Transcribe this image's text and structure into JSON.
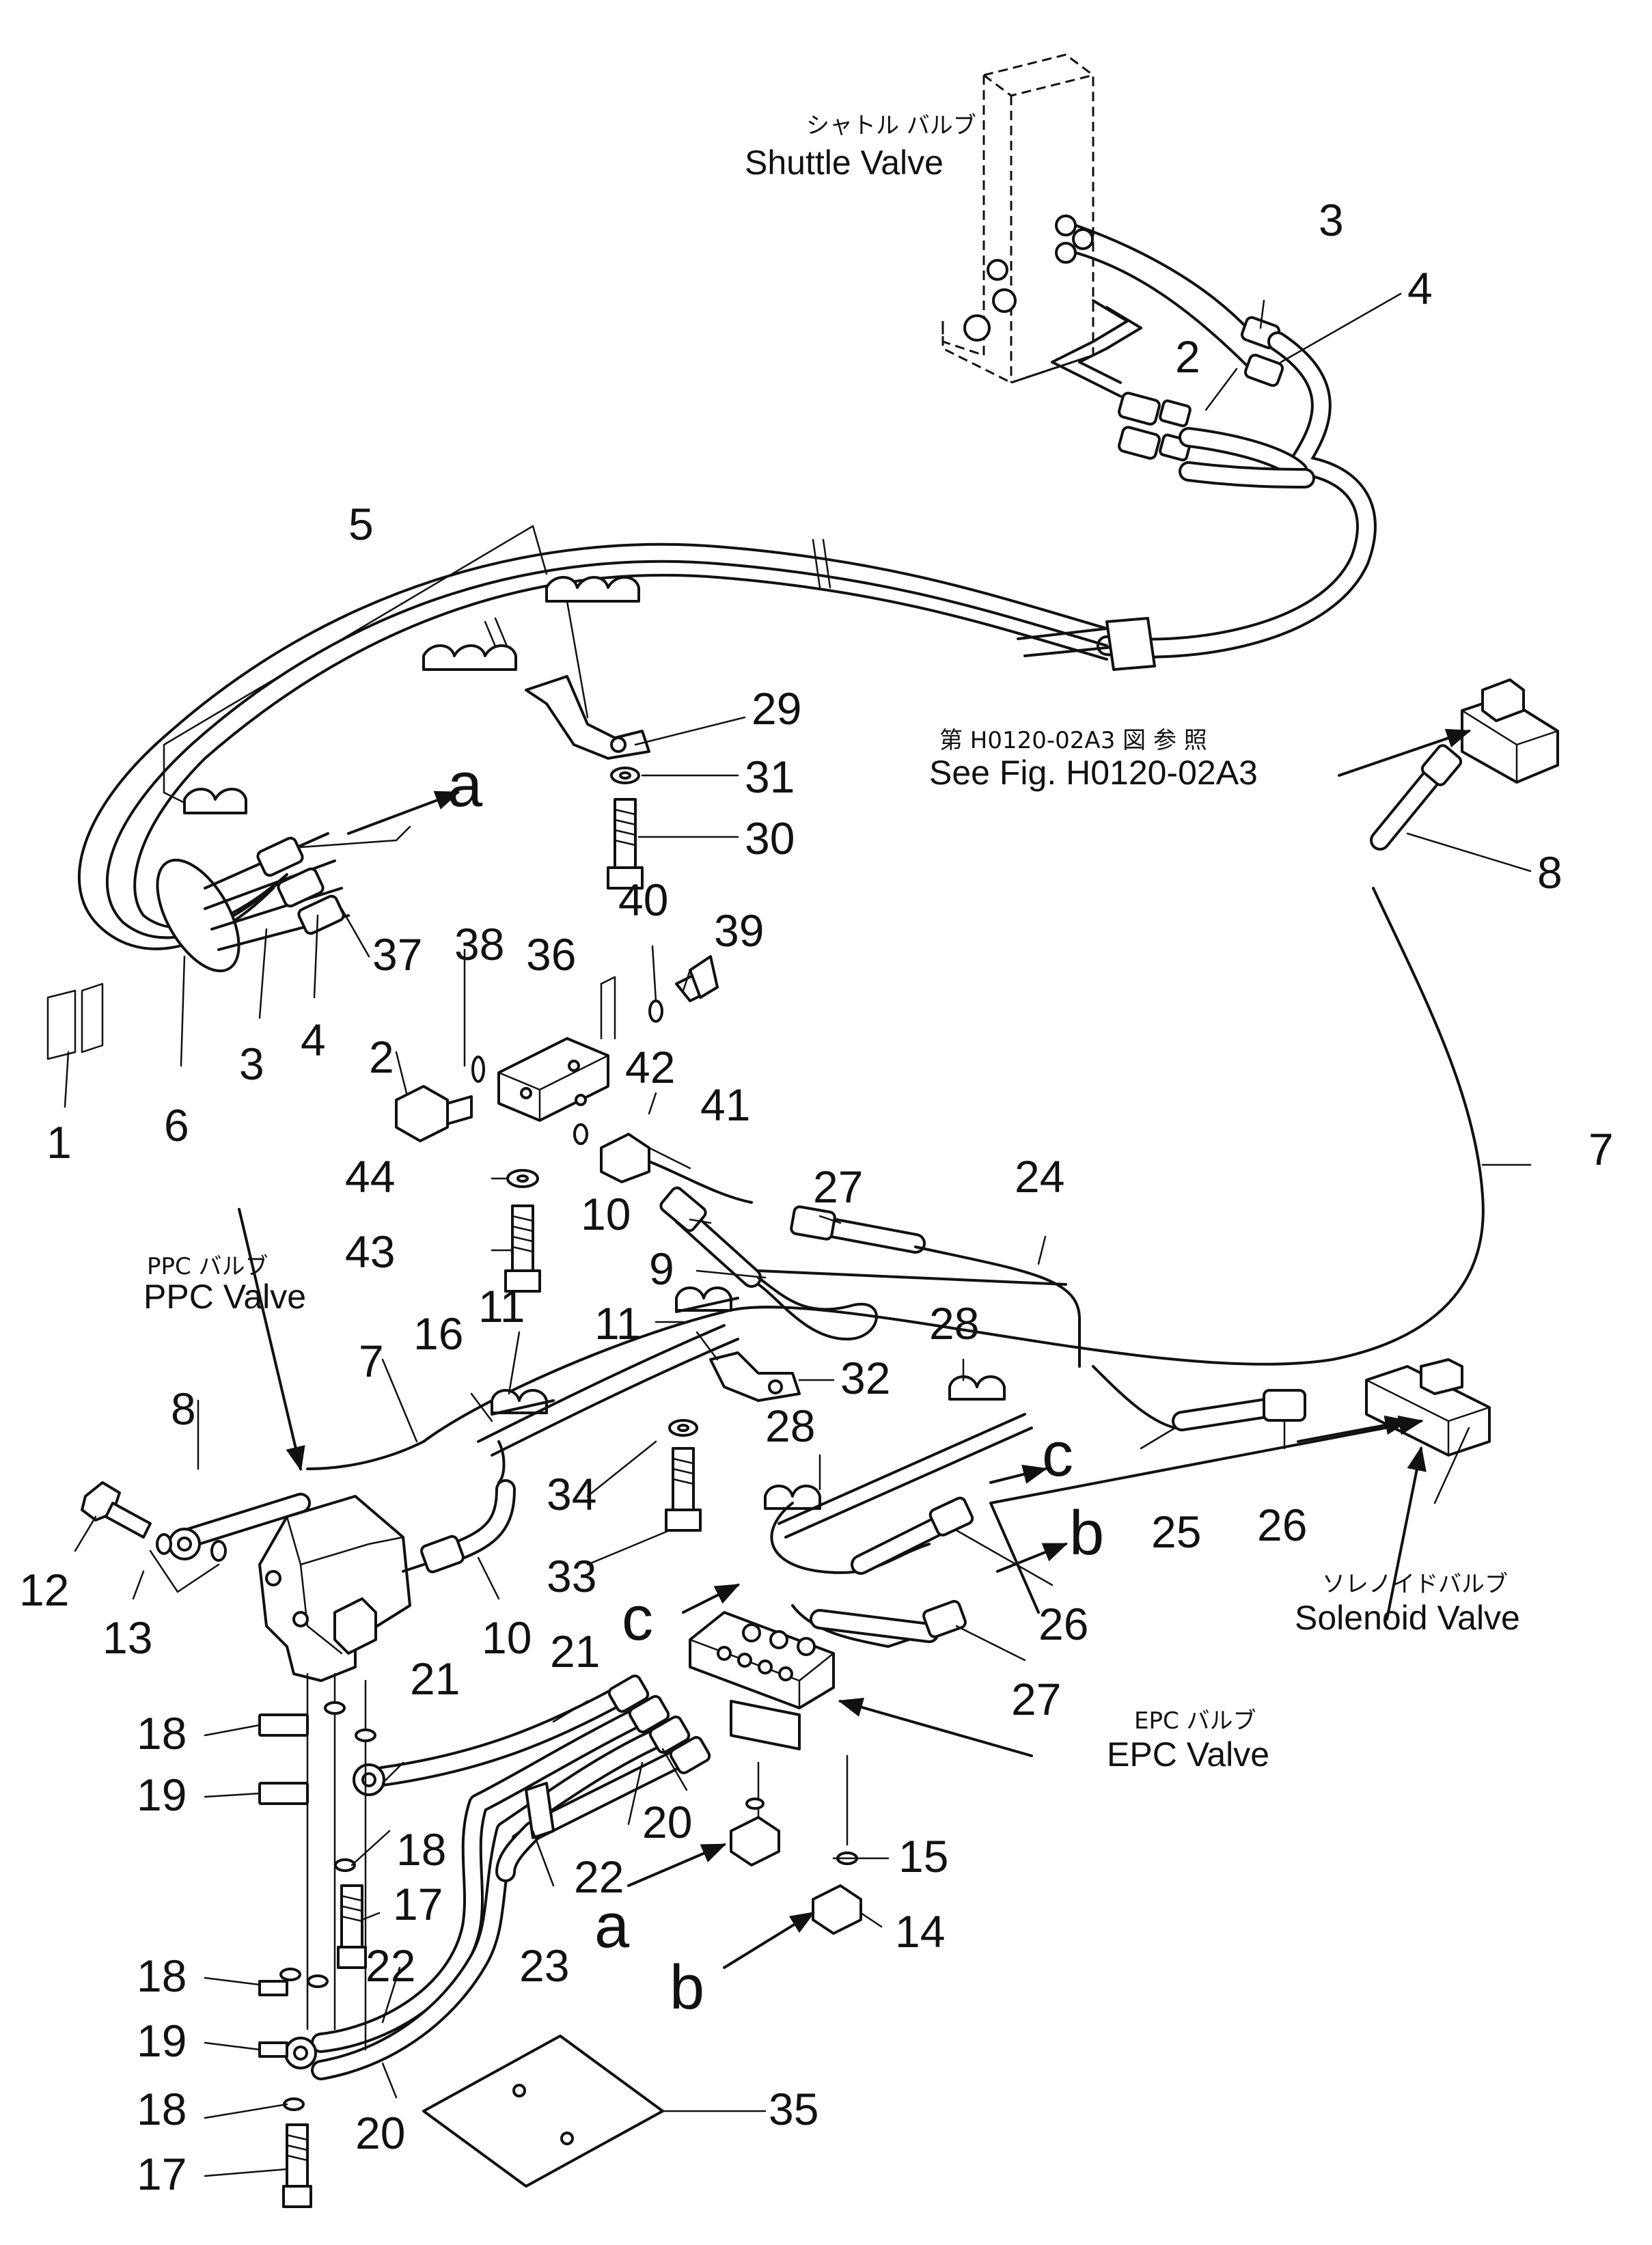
{
  "captions": {
    "shuttle_jp": "シャトル バルブ",
    "shuttle_en": "Shuttle Valve",
    "seefig_jp": "第 H0120-02A3 図 参 照",
    "seefig_en": "See Fig. H0120-02A3",
    "ppc_jp": "PPC バルブ",
    "ppc_en": "PPC Valve",
    "epc_jp": "EPC バルブ",
    "epc_en": "EPC Valve",
    "solenoid_jp": "ソレノイドバルブ",
    "solenoid_en": "Solenoid  Valve"
  },
  "part_numbers": {
    "n1": "1",
    "n2a": "2",
    "n2b": "2",
    "n3a": "3",
    "n3b": "3",
    "n4a": "4",
    "n4b": "4",
    "n5": "5",
    "n6": "6",
    "n7a": "7",
    "n7b": "7",
    "n8a": "8",
    "n8b": "8",
    "n9": "9",
    "n10a": "10",
    "n10b": "10",
    "n11a": "11",
    "n11b": "11",
    "n12": "12",
    "n13": "13",
    "n14": "14",
    "n15": "15",
    "n16": "16",
    "n17a": "17",
    "n17b": "17",
    "n18a": "18",
    "n18b": "18",
    "n18c": "18",
    "n18d": "18",
    "n19a": "19",
    "n19b": "19",
    "n20a": "20",
    "n20b": "20",
    "n21a": "21",
    "n21b": "21",
    "n22a": "22",
    "n22b": "22",
    "n23": "23",
    "n24": "24",
    "n25": "25",
    "n26a": "26",
    "n26b": "26",
    "n27a": "27",
    "n27b": "27",
    "n28a": "28",
    "n28b": "28",
    "n29": "29",
    "n30": "30",
    "n31": "31",
    "n32": "32",
    "n33": "33",
    "n34": "34",
    "n35": "35",
    "n36": "36",
    "n37": "37",
    "n38": "38",
    "n39": "39",
    "n40": "40",
    "n41": "41",
    "n42": "42",
    "n43": "43",
    "n44": "44"
  },
  "connection_refs": {
    "a_top": "a",
    "a_bottom": "a",
    "b_right": "b",
    "b_bottom": "b",
    "c_right": "c",
    "c_left": "c"
  }
}
